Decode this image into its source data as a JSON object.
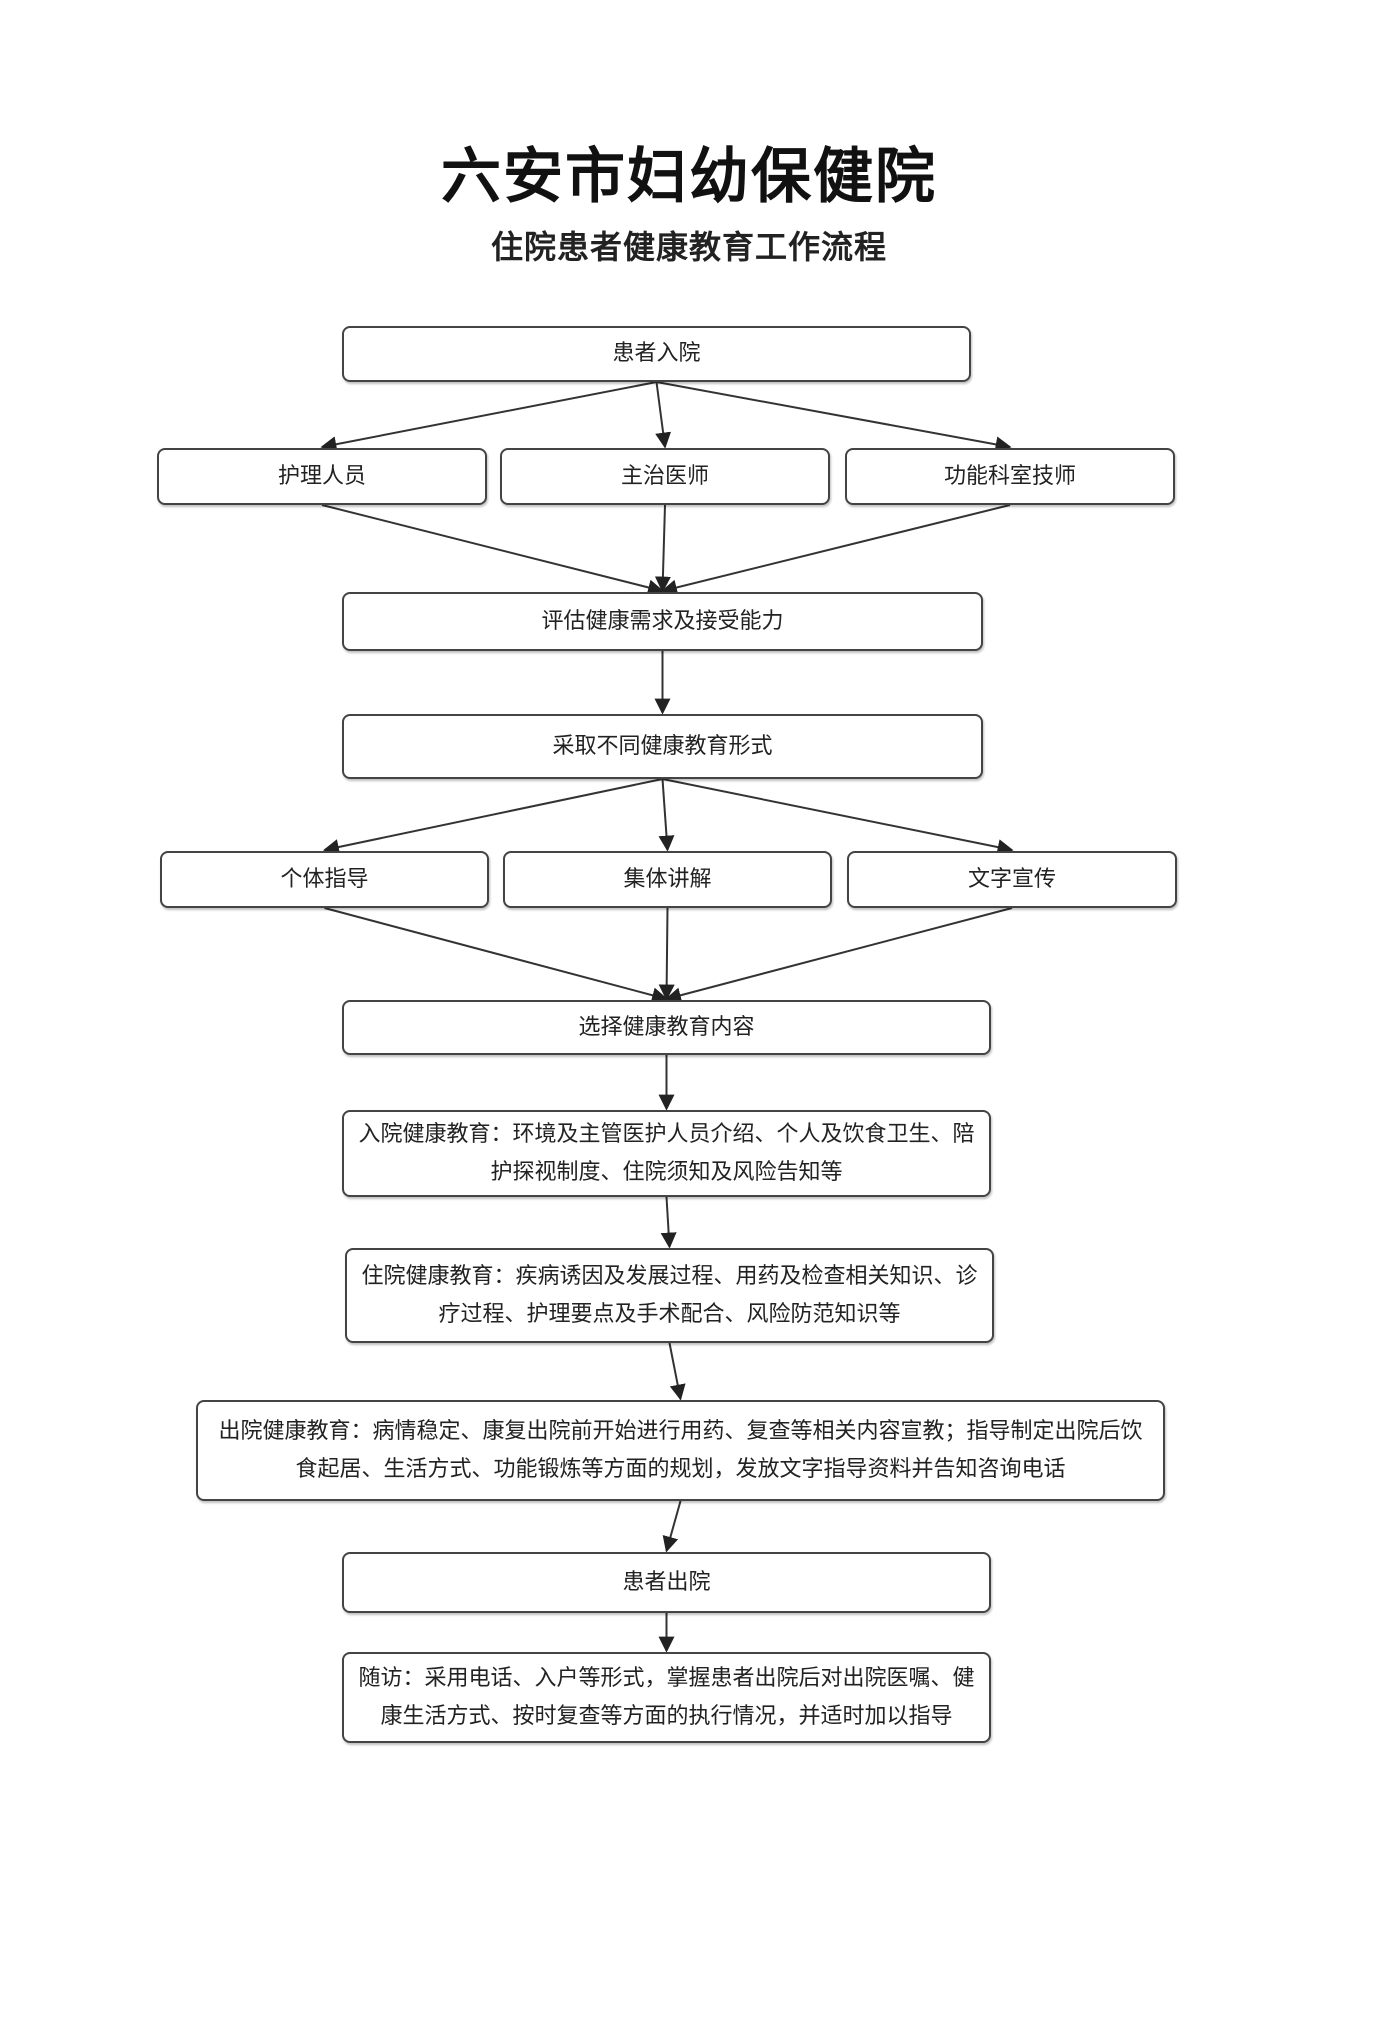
{
  "header": {
    "title": "六安市妇幼保健院",
    "subtitle": "住院患者健康教育工作流程"
  },
  "nodes": {
    "admission": "患者入院",
    "nursing_staff": "护理人员",
    "attending_doctor": "主治医师",
    "functional_dept_technician": "功能科室技师",
    "assess_needs": "评估健康需求及接受能力",
    "education_forms": "采取不同健康教育形式",
    "individual_guidance": "个体指导",
    "group_lecture": "集体讲解",
    "written_publicity": "文字宣传",
    "select_content": "选择健康教育内容",
    "admission_education": "入院健康教育：环境及主管医护人员介绍、个人及饮食卫生、陪护探视制度、住院须知及风险告知等",
    "inpatient_education": "住院健康教育：疾病诱因及发展过程、用药及检查相关知识、诊疗过程、护理要点及手术配合、风险防范知识等",
    "discharge_education": "出院健康教育：病情稳定、康复出院前开始进行用药、复查等相关内容宣教；指导制定出院后饮食起居、生活方式、功能锻炼等方面的规划，发放文字指导资料并告知咨询电话",
    "discharge": "患者出院",
    "follow_up": "随访：采用电话、入户等形式，掌握患者出院后对出院医嘱、健康生活方式、按时复查等方面的执行情况，并适时加以指导"
  },
  "edges": [
    [
      "admission",
      "nursing_staff"
    ],
    [
      "admission",
      "attending_doctor"
    ],
    [
      "admission",
      "functional_dept_technician"
    ],
    [
      "nursing_staff",
      "assess_needs"
    ],
    [
      "attending_doctor",
      "assess_needs"
    ],
    [
      "functional_dept_technician",
      "assess_needs"
    ],
    [
      "assess_needs",
      "education_forms"
    ],
    [
      "education_forms",
      "individual_guidance"
    ],
    [
      "education_forms",
      "group_lecture"
    ],
    [
      "education_forms",
      "written_publicity"
    ],
    [
      "individual_guidance",
      "select_content"
    ],
    [
      "group_lecture",
      "select_content"
    ],
    [
      "written_publicity",
      "select_content"
    ],
    [
      "select_content",
      "admission_education"
    ],
    [
      "admission_education",
      "inpatient_education"
    ],
    [
      "inpatient_education",
      "discharge_education"
    ],
    [
      "discharge_education",
      "discharge"
    ],
    [
      "discharge",
      "follow_up"
    ]
  ]
}
